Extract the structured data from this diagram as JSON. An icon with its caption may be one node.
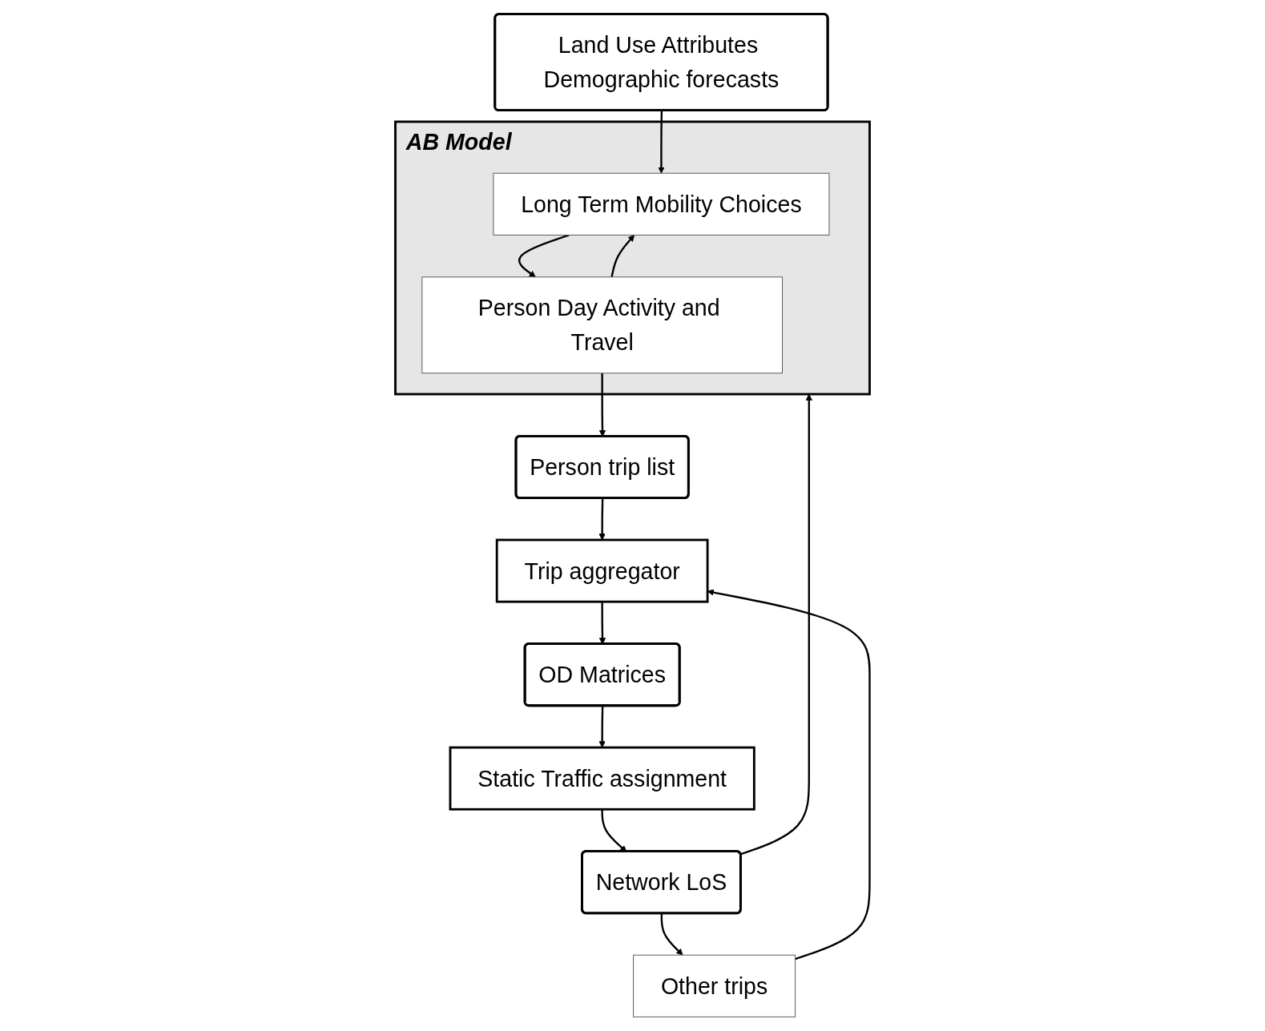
{
  "diagram": {
    "nodes": [
      {
        "text": [
          "Land Use Attributes Demographic forecasts"
        ]
      },
      {
        "text": [
          "AB Model"
        ]
      },
      {
        "text": [
          "Long Term Mobility Choices"
        ],
        "in": 1
      },
      {
        "text": [
          "Person Day Activity and Travel"
        ],
        "in": 1
      },
      {
        "text": [
          "Person trip list"
        ]
      },
      {
        "text": [
          "Trip aggregator"
        ]
      },
      {
        "text": [
          "Other trips"
        ]
      },
      {
        "text": [
          "OD Matrices"
        ]
      },
      {
        "text": [
          "Static Traffic assignment"
        ]
      },
      {
        "text": [
          "Network LoS"
        ]
      }
    ],
    "edges": [
      {
        "from": 0,
        "to": 2,
        "arrow": "to"
      },
      {
        "from": 2,
        "to": 3,
        "arrow": "to"
      },
      {
        "from": 3,
        "to": 2,
        "arrow": "to"
      },
      {
        "from": 3,
        "to": 4,
        "arrow": "to"
      },
      {
        "from": 4,
        "to": 5,
        "arrow": "to"
      },
      {
        "from": 6,
        "to": 5,
        "arrow": "to"
      },
      {
        "from": 9,
        "to": 6,
        "arrow": "to"
      },
      {
        "from": 9,
        "to": 1,
        "arrow": "to"
      },
      {
        "from": 5,
        "to": 7,
        "arrow": "to"
      },
      {
        "from": 7,
        "to": 8,
        "arrow": "to"
      },
      {
        "from": 8,
        "to": 9,
        "arrow": "to"
      }
    ]
  }
}
